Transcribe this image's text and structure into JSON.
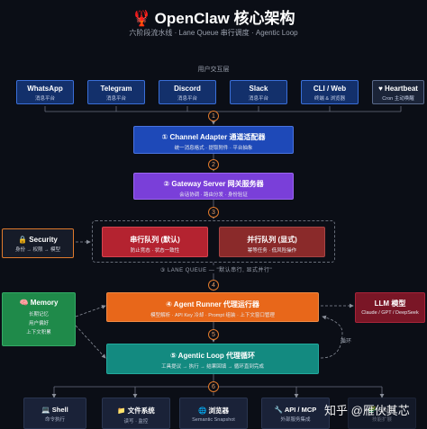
{
  "header": {
    "title_icon": "lobster-icon",
    "title": "OpenClaw 核心架构",
    "subtitle": "六阶段流水线 · Lane Queue 串行调度 · Agentic Loop"
  },
  "sections": {
    "user_interaction": "用户交互层"
  },
  "channels": [
    {
      "name": "WhatsApp",
      "desc": "消息平台"
    },
    {
      "name": "Telegram",
      "desc": "消息平台"
    },
    {
      "name": "Discord",
      "desc": "消息平台"
    },
    {
      "name": "Slack",
      "desc": "消息平台"
    },
    {
      "name": "CLI / Web",
      "desc": "终端 & 浏览器"
    },
    {
      "name": "♥ Heartbeat",
      "desc": "Cron 主动唤醒"
    }
  ],
  "steps": [
    "1",
    "2",
    "3",
    "4",
    "5",
    "6"
  ],
  "adapter": {
    "name": "① Channel Adapter 通道适配器",
    "desc": "统一消息格式 · 提取附件 · 平台抽象"
  },
  "gateway": {
    "name": "② Gateway Server 网关服务器",
    "desc": "会话协调 · 路由分发 · 身份验证"
  },
  "security": {
    "name": "🔒 Security",
    "desc": "身份 → 权限 → 模型"
  },
  "serial_queue": {
    "name": "串行队列 (默认)",
    "desc": "防止竞态 · 状态一致性"
  },
  "parallel_queue": {
    "name": "并行队列 (显式)",
    "desc": "幂等任务 · 低风险操作"
  },
  "lane_label": "③ LANE QUEUE — \"默认串行, 显式并行\"",
  "memory": {
    "name": "🧠 Memory",
    "lines": [
      "长期记忆",
      "用户偏好",
      "上下文积累"
    ]
  },
  "runner": {
    "name": "④ Agent Runner 代理运行器",
    "desc": "模型解析 · API Key 冷却 · Prompt 组装 · 上下文窗口管理"
  },
  "llm": {
    "name": "LLM 模型",
    "desc": "Claude / GPT / DeepSeek"
  },
  "loop_label": "循环",
  "loop": {
    "name": "⑤ Agentic Loop 代理循环",
    "desc": "工具提议 → 执行 → 结果回填 → 循环直到完成"
  },
  "tools": [
    {
      "name": "💻 Shell",
      "desc": "命令执行"
    },
    {
      "name": "📁 文件系统",
      "desc": "读写 · 监控"
    },
    {
      "name": "🌐 浏览器",
      "desc": "Semantic Snapshot"
    },
    {
      "name": "🔧 API / MCP",
      "desc": "外部服务集成"
    },
    {
      "name": "🧩 Skills",
      "desc": "技能扩展"
    }
  ],
  "watermark": "知乎 @雁伙其芯",
  "colors": {
    "channel_blue": "#1e49b8",
    "gateway_purple": "#7a3fd9",
    "serial_red": "#b42330",
    "parallel_red": "#8a2a2a",
    "runner_orange": "#e8671a",
    "loop_teal": "#138a80",
    "memory_green": "#1f8a4a",
    "llm_maroon": "#7a1626",
    "step_orange": "#e07a2c"
  }
}
